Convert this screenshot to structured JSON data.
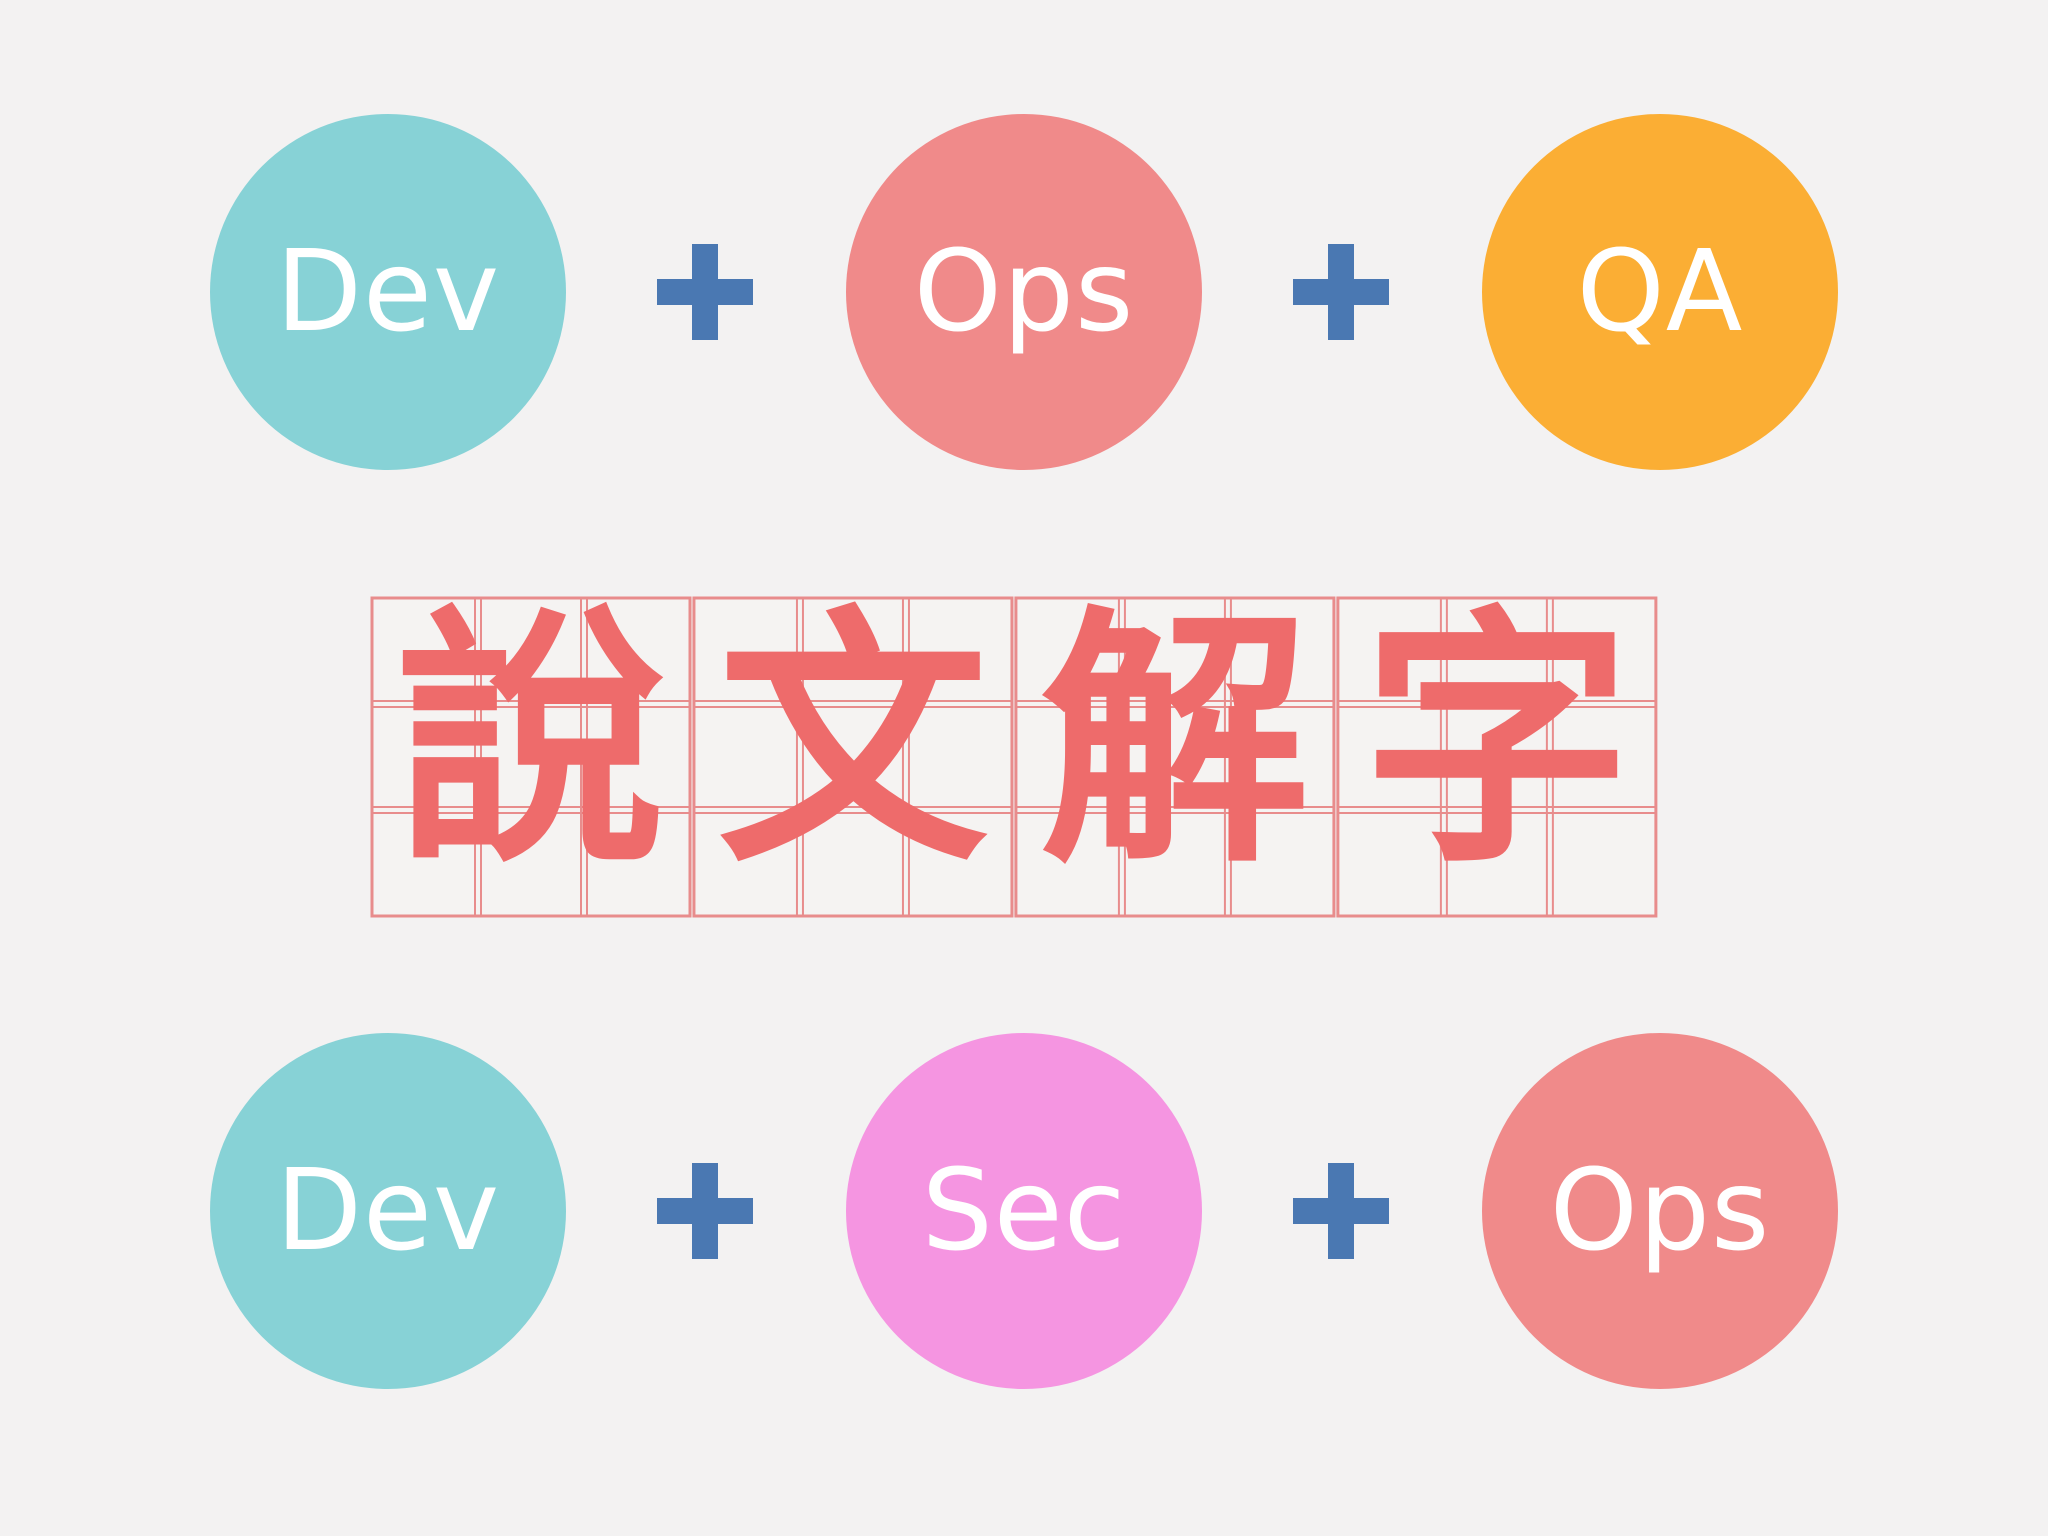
{
  "rows": [
    {
      "items": [
        {
          "label": "Dev",
          "color": "#87d2d6"
        },
        {
          "label": "Ops",
          "color": "#f08a8a"
        },
        {
          "label": "QA",
          "color": "#fbae34"
        }
      ],
      "operators": [
        "+",
        "+"
      ]
    },
    {
      "items": [
        {
          "label": "Dev",
          "color": "#87d2d6"
        },
        {
          "label": "Sec",
          "color": "#f595e1"
        },
        {
          "label": "Ops",
          "color": "#f08a8a"
        }
      ],
      "operators": [
        "+",
        "+"
      ]
    }
  ],
  "title": {
    "characters": [
      "說",
      "文",
      "解",
      "字"
    ],
    "ink_color": "#ee6b6b",
    "grid_color": "#e88c8c"
  },
  "plus_color": "#4a78b2"
}
